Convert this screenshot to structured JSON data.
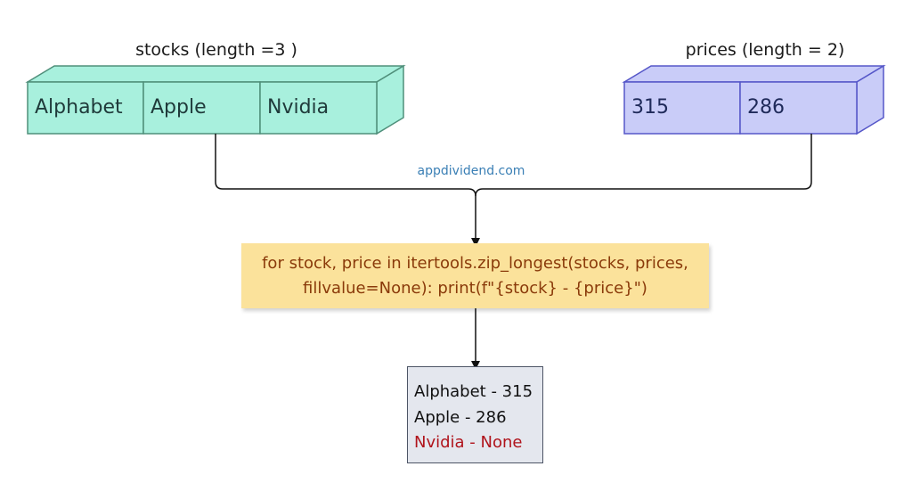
{
  "stocks": {
    "label": "stocks (length =3 )",
    "cells": [
      "Alphabet",
      "Apple",
      "Nvidia"
    ],
    "fill": "#a8f0dd",
    "stroke": "#4f8f7a"
  },
  "prices": {
    "label": "prices (length = 2)",
    "cells": [
      "315",
      "286"
    ],
    "fill": "#c9ccf8",
    "stroke": "#5556c8"
  },
  "watermark": "appdividend.com",
  "code": {
    "line1": "for stock, price in itertools.zip_longest(stocks, prices,",
    "line2": "fillvalue=None): print(f\"{stock} - {price}\")"
  },
  "output": {
    "lines": [
      "Alphabet - 315",
      "Apple - 286",
      "Nvidia - None"
    ]
  }
}
